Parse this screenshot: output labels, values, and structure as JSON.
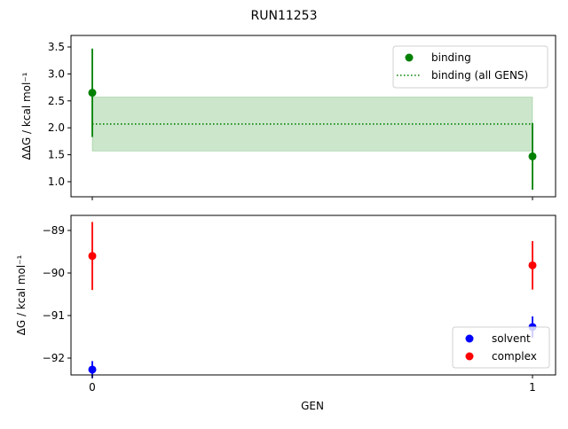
{
  "figure": {
    "title": "RUN11253",
    "xlabel": "GEN"
  },
  "colors": {
    "binding": "#008000",
    "band": "#008000",
    "solvent": "#0000ff",
    "complex": "#ff0000"
  },
  "chart_data": [
    {
      "type": "scatter",
      "title": "RUN11253",
      "xlabel": "",
      "ylabel": "ΔΔG / kcal mol⁻¹",
      "ylim": [
        0.7,
        3.6
      ],
      "yticks": [
        1.0,
        1.5,
        2.0,
        2.5,
        3.0,
        3.5
      ],
      "ytick_labels": [
        "1.0",
        "1.5",
        "2.0",
        "2.5",
        "3.0",
        "3.5"
      ],
      "x": [
        0,
        1
      ],
      "series": [
        {
          "name": "binding",
          "values": [
            2.65,
            1.47
          ],
          "errors": [
            0.82,
            0.62
          ],
          "color": "#008000",
          "style": "errorbar-point"
        }
      ],
      "reference": {
        "name": "binding (all GENS)",
        "value": 2.07,
        "band": [
          1.57,
          2.57
        ],
        "style": "dotted",
        "color": "#008000"
      },
      "legend": {
        "position": "upper right",
        "entries": [
          "binding",
          "binding (all GENS)"
        ]
      },
      "grid": false
    },
    {
      "type": "scatter",
      "xlabel": "GEN",
      "ylabel": "ΔG / kcal mol⁻¹",
      "ylim": [
        -92.65,
        -88.62
      ],
      "yticks": [
        -92,
        -91,
        -90,
        -89
      ],
      "ytick_labels": [
        "−92",
        "−91",
        "−90",
        "−89"
      ],
      "x": [
        0,
        1
      ],
      "xticks": [
        0,
        1
      ],
      "xtick_labels": [
        "0",
        "1"
      ],
      "series": [
        {
          "name": "solvent",
          "values": [
            -92.27,
            -91.27
          ],
          "errors": [
            0.2,
            0.25
          ],
          "color": "#0000ff"
        },
        {
          "name": "complex",
          "values": [
            -89.6,
            -89.82
          ],
          "errors": [
            0.8,
            0.57
          ],
          "color": "#ff0000"
        }
      ],
      "legend": {
        "position": "lower right",
        "entries": [
          "solvent",
          "complex"
        ]
      },
      "grid": false
    }
  ]
}
